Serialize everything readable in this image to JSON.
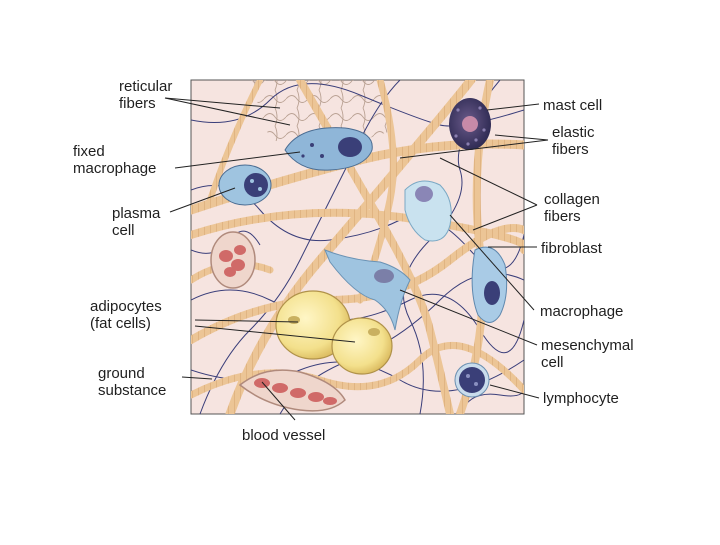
{
  "diagram": {
    "colors": {
      "tissue_background": "#f6e4e0",
      "collagen": "#ecc596",
      "elastic": "#3a3e7a",
      "reticular": "#b79e90",
      "adipocyte": "#f3e08c",
      "blood_cell": "#d06a68",
      "nucleus": "#3a3f78",
      "cytoplasm_blue": "#9fc4e0",
      "leader_line": "#222222"
    },
    "labels": {
      "reticular_fibers": [
        "reticular",
        "fibers"
      ],
      "fixed_macrophage": [
        "fixed",
        "macrophage"
      ],
      "plasma_cell": [
        "plasma",
        "cell"
      ],
      "adipocytes": [
        "adipocytes",
        "(fat cells)"
      ],
      "ground_substance": [
        "ground",
        "substance"
      ],
      "blood_vessel": [
        "blood vessel"
      ],
      "mast_cell": [
        "mast cell"
      ],
      "elastic_fibers": [
        "elastic",
        "fibers"
      ],
      "collagen_fibers": [
        "collagen",
        "fibers"
      ],
      "fibroblast": [
        "fibroblast"
      ],
      "macrophage": [
        "macrophage"
      ],
      "mesenchymal_cell": [
        "mesenchymal",
        "cell"
      ],
      "lymphocyte": [
        "lymphocyte"
      ]
    }
  }
}
